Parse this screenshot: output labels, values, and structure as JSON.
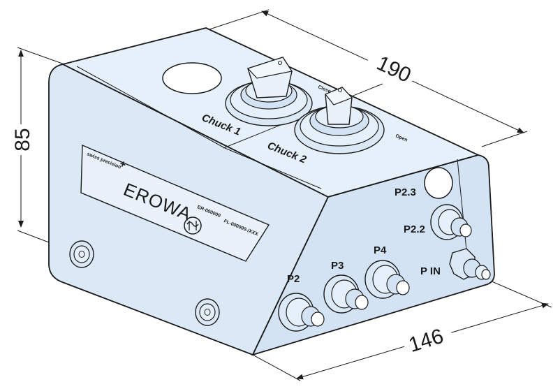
{
  "dimensions": {
    "width": "190",
    "height": "85",
    "depth": "146"
  },
  "chucks": {
    "chuck1": "Chuck 1",
    "chuck2": "Chuck 2",
    "close": "Close",
    "open": "Open"
  },
  "ports": {
    "p2": "P2",
    "p3": "P3",
    "p4": "P4",
    "p23": "P2.3",
    "p22": "P2.2",
    "pin": "P IN"
  },
  "plate": {
    "tagline": "swiss precision",
    "brand": "EROWA",
    "er_code": "ER-000000",
    "fl_code": "FL-000000-/XXX"
  },
  "colors": {
    "body": "#dbe9f6",
    "outline": "#1a1a1a"
  }
}
